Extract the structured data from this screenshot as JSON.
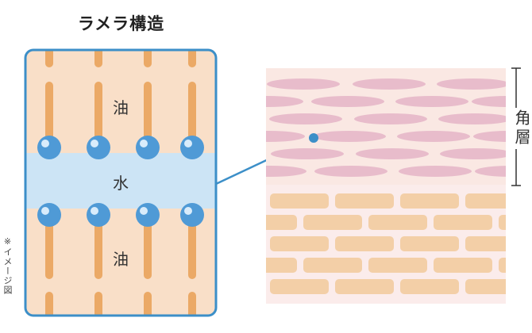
{
  "diagram": {
    "title": "ラメラ構造",
    "labels": {
      "oil_top": "油",
      "water": "水",
      "oil_bottom": "油",
      "stratum_corneum": "角層"
    },
    "note": "※イメージ図",
    "colors": {
      "frame": "#3c8fc8",
      "oil_bg": "#f9dfc8",
      "oil_tail": "#eba966",
      "water": "#cce4f5",
      "head": "#4f9ad6",
      "head_highlight": "#d9ecfb",
      "cell_pink": "#e8bccb",
      "cell_bg_top": "#fae8e3",
      "brick": "#f3cfa7",
      "brick_bg": "#fbeceb",
      "bracket": "#333333"
    }
  }
}
